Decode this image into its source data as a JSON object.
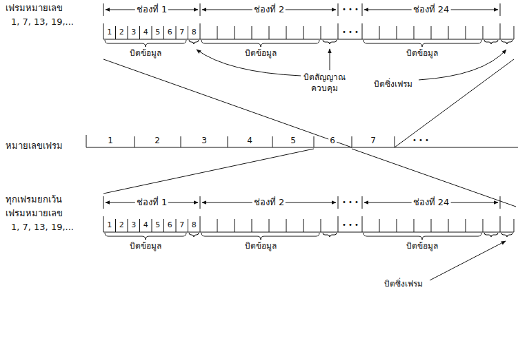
{
  "diagram": {
    "labels": [
      "เฟรมหมายเลข",
      "1, 7, 13, 19,...",
      "ช่องที่ 1",
      "ช่องที่ 2",
      "• • •",
      "ช่องที่ 24",
      "1",
      "2",
      "3",
      "4",
      "5",
      "6",
      "7",
      "8",
      "• • •",
      "บิตข้อมูล",
      "บิตข้อมูล",
      "บิตข้อมูล",
      "บิตสัญญาณ",
      "ควบคุม",
      "บิตซิ่งเฟรม",
      "หมายเลขเฟรม",
      "1",
      "2",
      "3",
      "4",
      "5",
      "6",
      "7",
      "• • •",
      "ทุกเฟรมยกเว้น",
      "เฟรมหมายเลข",
      "1, 7, 13, 19,...",
      "ช่องที่ 1",
      "ช่องที่ 2",
      "• • •",
      "ช่องที่ 24",
      "1",
      "2",
      "3",
      "4",
      "5",
      "6",
      "7",
      "8",
      "• • •",
      "บิตข้อมูล",
      "บิตข้อมูล",
      "บิตข้อมูล",
      "บิตซิ่งเฟรม"
    ]
  }
}
